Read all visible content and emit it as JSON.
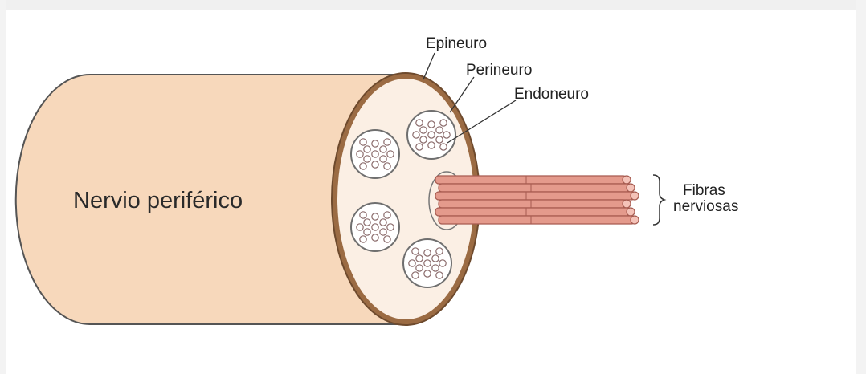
{
  "diagram": {
    "main_label": "Nervio periférico",
    "labels": {
      "epineuro": "Epineuro",
      "perineuro": "Perineuro",
      "endoneuro": "Endoneuro",
      "fibras_line1": "Fibras",
      "fibras_line2": "nerviosas"
    },
    "colors": {
      "nerve_fill": "#f7d8bb",
      "epineuro_ring": "#9b6b43",
      "cross_section": "#fbefe4",
      "fascicle_fill": "#ffffff",
      "fascicle_outline": "#6f6f6f",
      "axon_outline": "#8a6a6a",
      "fiber_fill": "#e49a8c",
      "fiber_outline": "#a65b50"
    }
  }
}
